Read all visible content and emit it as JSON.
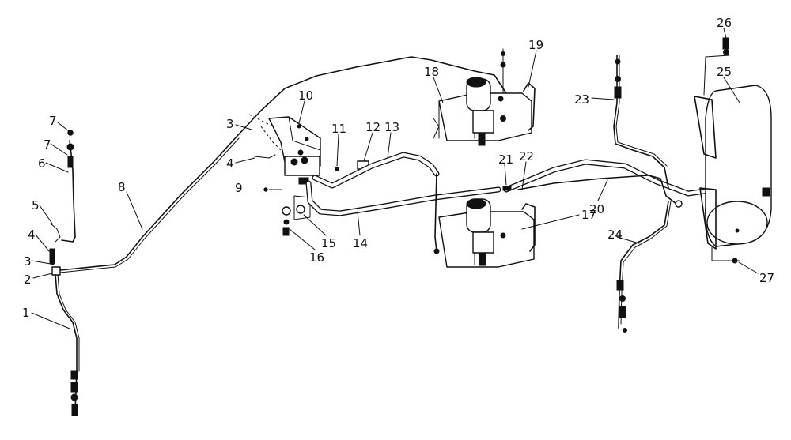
{
  "diagram": {
    "colors": {
      "ink": "#111111",
      "paper": "#ffffff"
    },
    "callouts": [
      {
        "id": "c1",
        "text": "1"
      },
      {
        "id": "c2",
        "text": "2"
      },
      {
        "id": "c3a",
        "text": "3"
      },
      {
        "id": "c3b",
        "text": "3"
      },
      {
        "id": "c4a",
        "text": "4"
      },
      {
        "id": "c4b",
        "text": "4"
      },
      {
        "id": "c5",
        "text": "5"
      },
      {
        "id": "c6",
        "text": "6"
      },
      {
        "id": "c7a",
        "text": "7"
      },
      {
        "id": "c7b",
        "text": "7"
      },
      {
        "id": "c8",
        "text": "8"
      },
      {
        "id": "c9",
        "text": "9"
      },
      {
        "id": "c10",
        "text": "10"
      },
      {
        "id": "c11",
        "text": "11"
      },
      {
        "id": "c12",
        "text": "12"
      },
      {
        "id": "c13",
        "text": "13"
      },
      {
        "id": "c14",
        "text": "14"
      },
      {
        "id": "c15",
        "text": "15"
      },
      {
        "id": "c16",
        "text": "16"
      },
      {
        "id": "c17",
        "text": "17"
      },
      {
        "id": "c18",
        "text": "18"
      },
      {
        "id": "c19",
        "text": "19"
      },
      {
        "id": "c20",
        "text": "20"
      },
      {
        "id": "c21",
        "text": "21"
      },
      {
        "id": "c22",
        "text": "22"
      },
      {
        "id": "c23",
        "text": "23"
      },
      {
        "id": "c24",
        "text": "24"
      },
      {
        "id": "c25",
        "text": "25"
      },
      {
        "id": "c26",
        "text": "26"
      },
      {
        "id": "c27",
        "text": "27"
      }
    ]
  }
}
